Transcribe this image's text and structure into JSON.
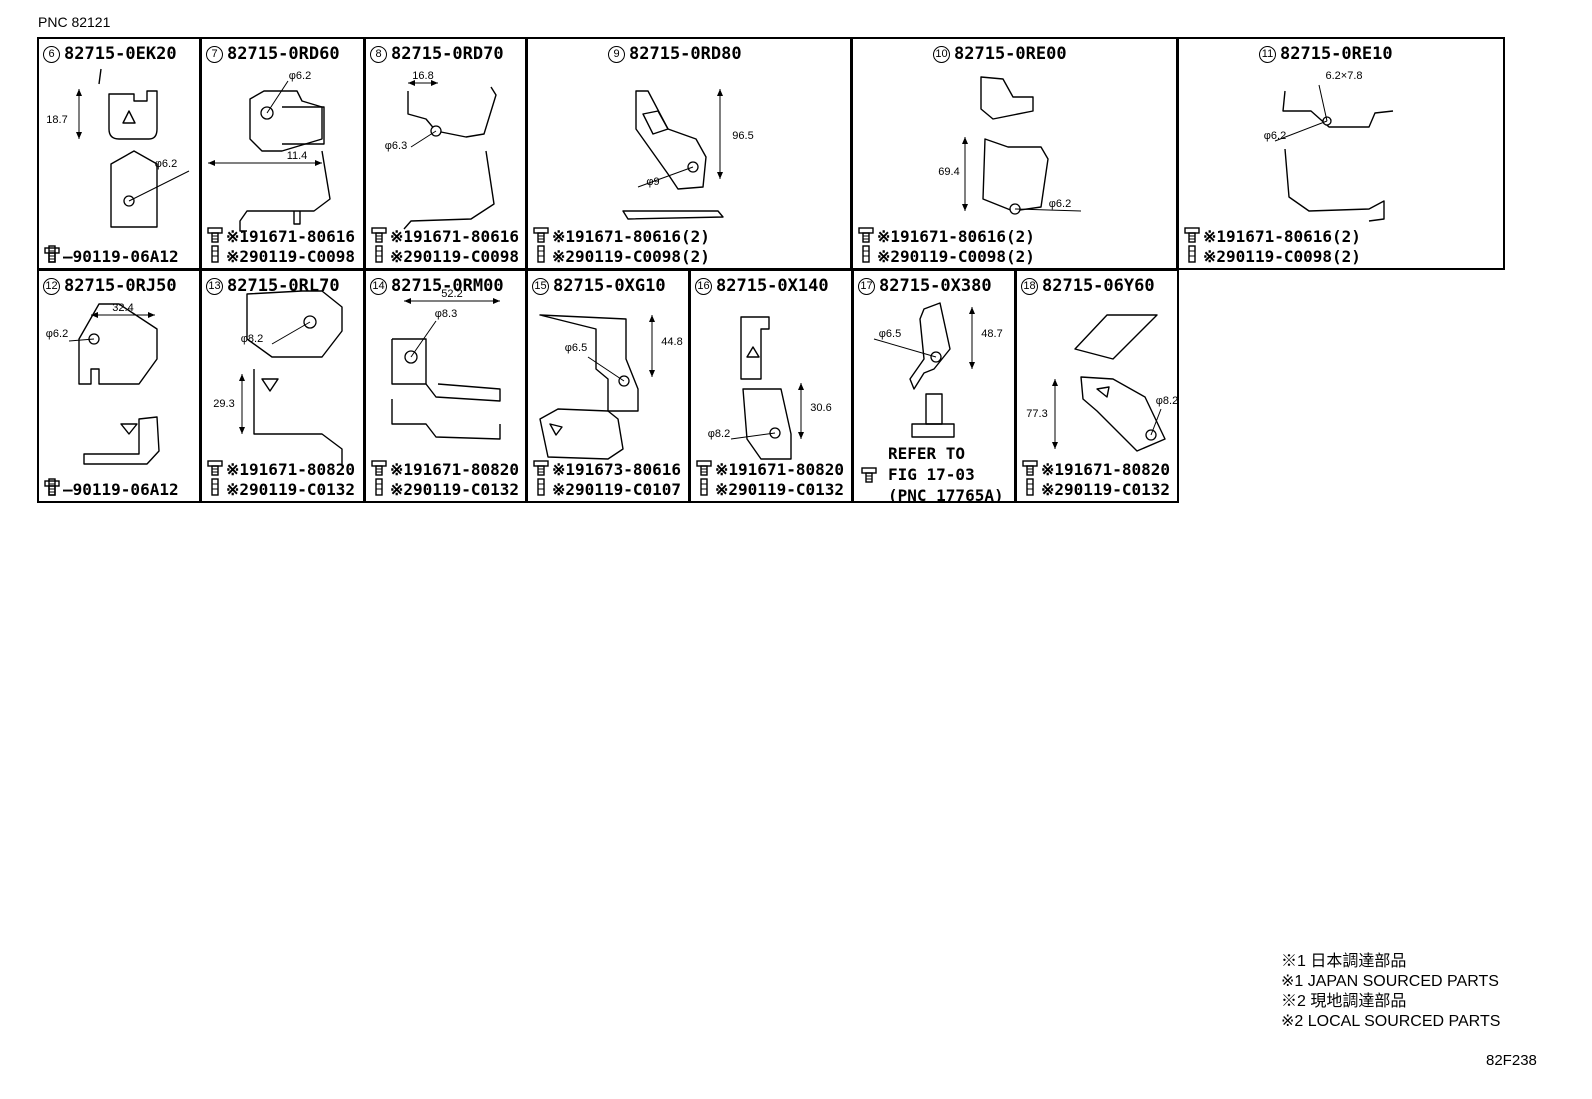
{
  "pnc_label": "PNC 82121",
  "catalog_code": "82F238",
  "notes": [
    "※1 日本調達部品",
    "※1 JAPAN SOURCED PARTS",
    "※2 現地調達部品",
    "※2 LOCAL SOURCED PARTS"
  ],
  "cells": [
    {
      "num": "6",
      "part": "82715-0EK20",
      "dims": [
        "18.7",
        "φ6.2"
      ],
      "bolts": [
        "—90119-06A12"
      ]
    },
    {
      "num": "7",
      "part": "82715-0RD60",
      "dims": [
        "φ6.2",
        "11.4"
      ],
      "bolts": [
        "※191671-80616",
        "※290119-C0098"
      ]
    },
    {
      "num": "8",
      "part": "82715-0RD70",
      "dims": [
        "16.8",
        "φ6.3"
      ],
      "bolts": [
        "※191671-80616",
        "※290119-C0098"
      ]
    },
    {
      "num": "9",
      "part": "82715-0RD80",
      "dims": [
        "96.5",
        "φ9"
      ],
      "bolts": [
        "※191671-80616(2)",
        "※290119-C0098(2)"
      ]
    },
    {
      "num": "10",
      "part": "82715-0RE00",
      "dims": [
        "69.4",
        "φ6.2"
      ],
      "bolts": [
        "※191671-80616(2)",
        "※290119-C0098(2)"
      ]
    },
    {
      "num": "11",
      "part": "82715-0RE10",
      "dims": [
        "6.2×7.8",
        "φ6.2"
      ],
      "bolts": [
        "※191671-80616(2)",
        "※290119-C0098(2)"
      ]
    },
    {
      "num": "12",
      "part": "82715-0RJ50",
      "dims": [
        "32.4",
        "φ6.2"
      ],
      "bolts": [
        "—90119-06A12"
      ]
    },
    {
      "num": "13",
      "part": "82715-0RL70",
      "dims": [
        "φ8.2",
        "29.3"
      ],
      "bolts": [
        "※191671-80820",
        "※290119-C0132"
      ]
    },
    {
      "num": "14",
      "part": "82715-0RM00",
      "dims": [
        "52.2",
        "φ8.3"
      ],
      "bolts": [
        "※191671-80820",
        "※290119-C0132"
      ]
    },
    {
      "num": "15",
      "part": "82715-0XG10",
      "dims": [
        "44.8",
        "φ6.5"
      ],
      "bolts": [
        "※191673-80616",
        "※290119-C0107"
      ]
    },
    {
      "num": "16",
      "part": "82715-0X140",
      "dims": [
        "30.6",
        "φ8.2"
      ],
      "bolts": [
        "※191671-80820",
        "※290119-C0132"
      ]
    },
    {
      "num": "17",
      "part": "82715-0X380",
      "dims": [
        "48.7",
        "φ6.5"
      ],
      "refer": "REFER TO\nFIG 17-03\n(PNC 17765A)"
    },
    {
      "num": "18",
      "part": "82715-06Y60",
      "dims": [
        "77.3",
        "φ8.2"
      ],
      "bolts": [
        "※191671-80820",
        "※290119-C0132"
      ]
    }
  ]
}
